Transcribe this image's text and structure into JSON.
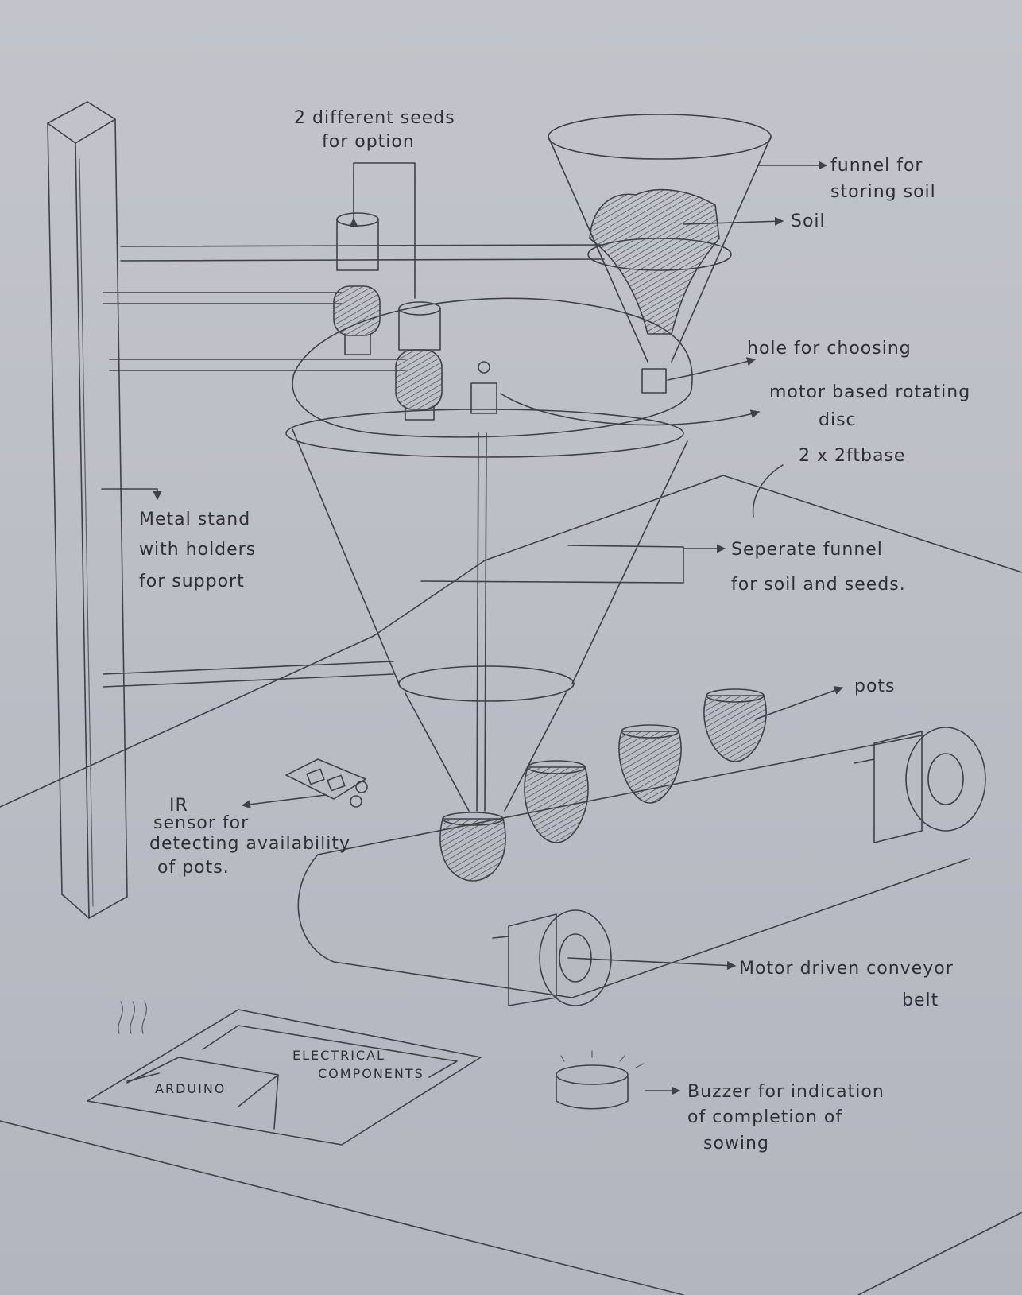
{
  "labels": {
    "seeds_line1": "2 different seeds",
    "seeds_line2": "for option",
    "funnel_soil_line1": "funnel for",
    "funnel_soil_line2": "storing soil",
    "soil": "Soil",
    "hole": "hole for choosing",
    "disc_line1": "motor based rotating",
    "disc_line2": "disc",
    "base": "2 x 2ftbase",
    "stand_line1": "Metal stand",
    "stand_line2": "with holders",
    "stand_line3": "for support",
    "separate_line1": "Seperate funnel",
    "separate_line2": "for soil and seeds.",
    "pots": "pots",
    "ir_line1": "IR",
    "ir_line2": "sensor for",
    "ir_line3": "detecting availability",
    "ir_line4": "of pots.",
    "conveyor_line1": "Motor driven conveyor",
    "conveyor_line2": "belt",
    "electrical_line1": "ELECTRICAL",
    "electrical_line2": "COMPONENTS",
    "arduino": "ARDUINO",
    "buzzer_line1": "Buzzer for indication",
    "buzzer_line2": "of completion of",
    "buzzer_line3": "sowing"
  },
  "colors": {
    "paper": "#c3c4cb",
    "ink": "#3f4048"
  }
}
